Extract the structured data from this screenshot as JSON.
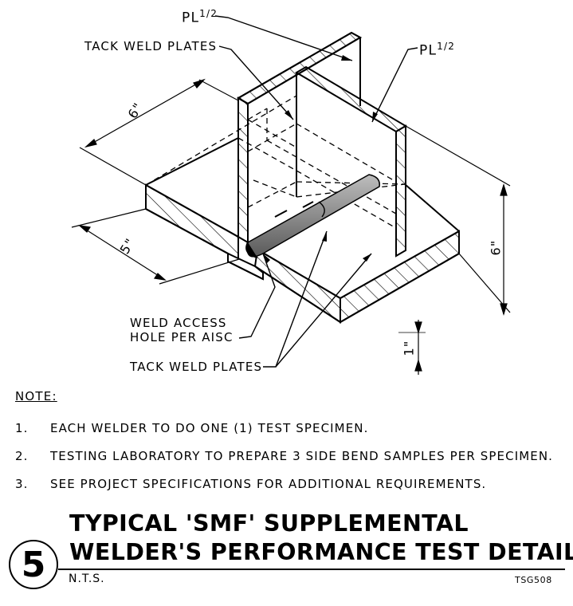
{
  "labels": {
    "plate_top": "PL",
    "plate_top_size": "1/2",
    "plate_right": "PL",
    "plate_right_size": "1/2",
    "tack_weld_top": "TACK WELD PLATES",
    "dim_6_left": "6\"",
    "dim_5": "5\"",
    "dim_6_right": "6\"",
    "dim_1": "1\"",
    "weld_access_line1": "WELD ACCESS",
    "weld_access_line2": "HOLE PER AISC",
    "tack_weld_bottom": "TACK WELD PLATES"
  },
  "notes": {
    "title": "NOTE:",
    "items": [
      {
        "num": "1.",
        "text": "EACH WELDER TO DO ONE (1) TEST SPECIMEN."
      },
      {
        "num": "2.",
        "text": "TESTING LABORATORY TO PREPARE 3 SIDE BEND SAMPLES PER SPECIMEN."
      },
      {
        "num": "3.",
        "text": "SEE PROJECT SPECIFICATIONS FOR ADDITIONAL REQUIREMENTS."
      }
    ]
  },
  "title_block": {
    "detail_number": "5",
    "title_line1": "TYPICAL 'SMF' SUPPLEMENTAL",
    "title_line2": "WELDER'S PERFORMANCE TEST DETAIL",
    "scale": "N.T.S.",
    "sheet_code": "TSG508"
  }
}
